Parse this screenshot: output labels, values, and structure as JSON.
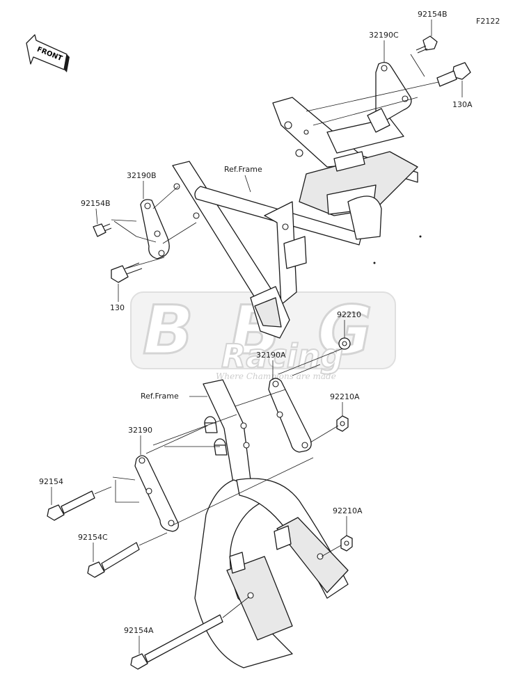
{
  "figure_code": "F2122",
  "front_label": "FRONT",
  "ref_frame_label": "Ref.Frame",
  "watermark": {
    "brand": "BBG",
    "sub": "Racing",
    "tagline": "Where Champions are made"
  },
  "parts": {
    "p92154B_top": "92154B",
    "p32190C": "32190C",
    "p130A": "130A",
    "p32190B": "32190B",
    "p92154B_left": "92154B",
    "p130": "130",
    "p92210": "92210",
    "p32190A": "32190A",
    "p92210A_mid": "92210A",
    "p32190": "32190",
    "p92154": "92154",
    "p92210A_low": "92210A",
    "p92154C": "92154C",
    "p92154A": "92154A"
  }
}
